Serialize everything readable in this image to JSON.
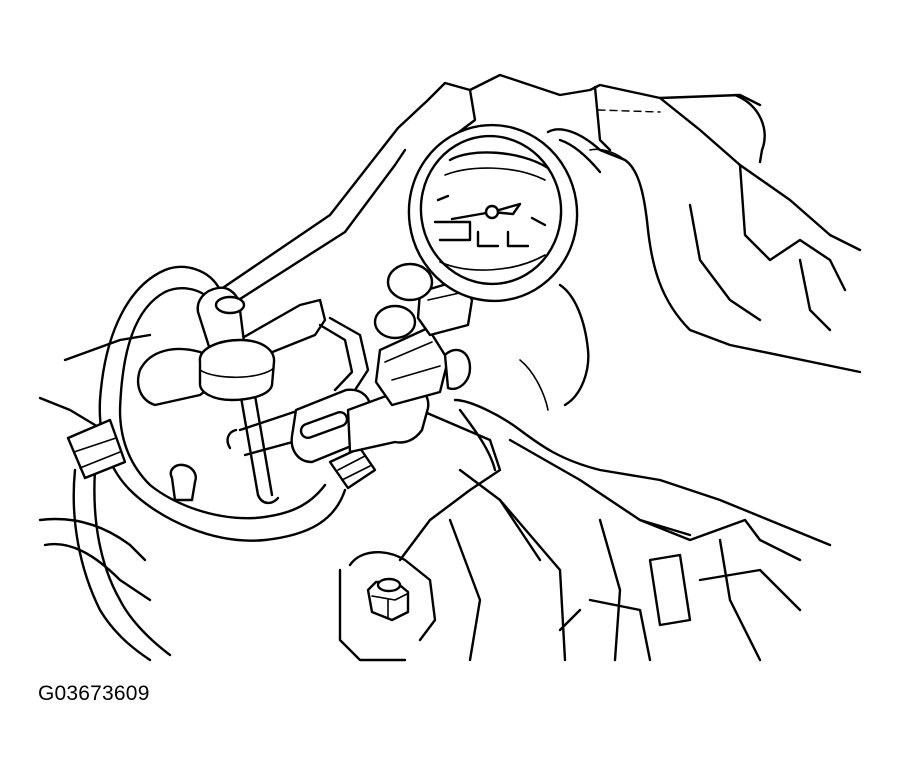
{
  "figure": {
    "id": "G03673609"
  },
  "parts": [
    {
      "name": "pressure-gauge"
    },
    {
      "name": "gauge-needle"
    },
    {
      "name": "gauge-fitting"
    },
    {
      "name": "fuel-hose"
    },
    {
      "name": "hose-clamp"
    },
    {
      "name": "fuel-rail-connector"
    },
    {
      "name": "mounting-bolt"
    },
    {
      "name": "engine-block"
    },
    {
      "name": "hand"
    }
  ]
}
